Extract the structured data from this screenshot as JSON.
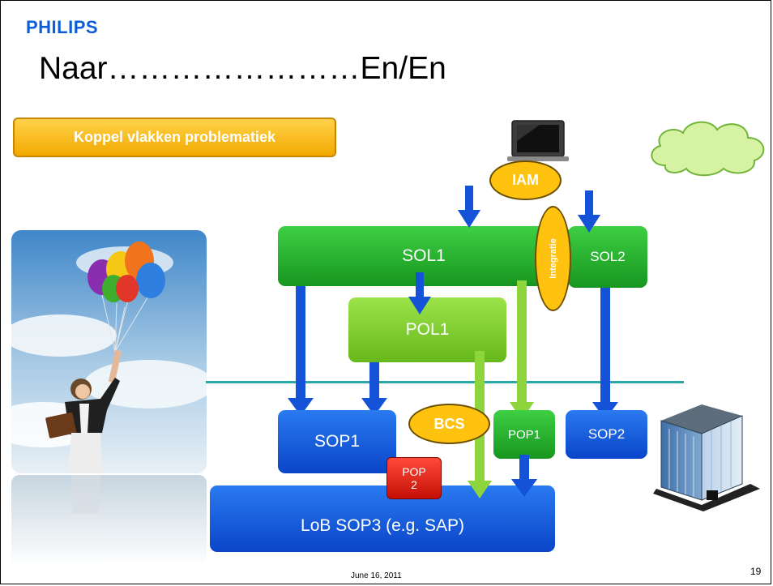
{
  "header": {
    "logo_text": "PHILIPS",
    "title": "Naar……………………En/En"
  },
  "callout": {
    "label": "Koppel vlakken problematiek"
  },
  "diagram": {
    "iam": "IAM",
    "integratie": "Integratie",
    "sol1": "SOL1",
    "sol2": "SOL2",
    "pol1": "POL1",
    "bcs": "BCS",
    "pop1": "POP1",
    "pop2_line1": "POP",
    "pop2_line2": "2",
    "sop1": "SOP1",
    "sop2": "SOP2",
    "lob": "LoB SOP3 (e.g. SAP)"
  },
  "footer": {
    "date": "June 16, 2011",
    "page_number": "19"
  },
  "colors": {
    "philips_blue": "#0b5ed7",
    "callout_orange": "#f2a900",
    "dark_green": "#17961f",
    "light_green": "#7cc52b",
    "blue": "#0a45c9",
    "oval_yellow": "#ffc20e",
    "pop2_red": "#d4140a",
    "divider_teal": "#2ca7a7"
  },
  "icons": [
    "laptop-icon",
    "cloud-icon",
    "balloon-woman-photo",
    "office-building-icon"
  ]
}
